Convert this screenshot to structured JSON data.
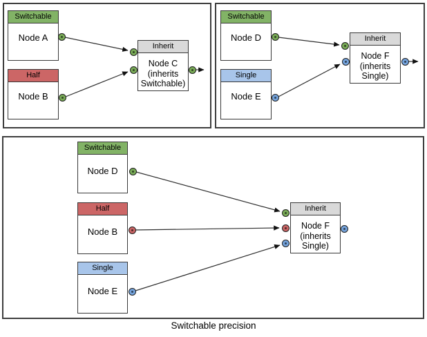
{
  "caption": "Switchable precision",
  "colors": {
    "switchable_green": "#82b366",
    "half_red": "#cc6666",
    "single_blue": "#a8c5ea",
    "inherit_gray": "#d9d9d9",
    "socket_green": "#79ab57",
    "socket_red": "#c96565",
    "socket_blue": "#74a3dc",
    "border_dark": "#3d3d3d"
  },
  "panels": [
    {
      "id": "top-left",
      "nodes": [
        {
          "key": "node-a",
          "type": "Switchable",
          "label": "Node A",
          "output_socket": "green"
        },
        {
          "key": "node-b",
          "type": "Half",
          "label": "Node B",
          "output_socket": "green"
        },
        {
          "key": "node-c",
          "type": "Inherit",
          "label": "Node C",
          "sublabel": "(inherits Switchable)",
          "input_sockets": [
            "green",
            "green"
          ],
          "output_socket": "green"
        }
      ],
      "edges": [
        {
          "from": "node-a",
          "to": "node-c"
        },
        {
          "from": "node-b",
          "to": "node-c"
        },
        {
          "from": "node-c",
          "to": "out"
        }
      ]
    },
    {
      "id": "top-right",
      "nodes": [
        {
          "key": "node-d",
          "type": "Switchable",
          "label": "Node D",
          "output_socket": "green"
        },
        {
          "key": "node-e",
          "type": "Single",
          "label": "Node E",
          "output_socket": "blue"
        },
        {
          "key": "node-f",
          "type": "Inherit",
          "label": "Node F",
          "sublabel": "(inherits Single)",
          "input_sockets": [
            "green",
            "blue"
          ],
          "output_socket": "blue"
        }
      ],
      "edges": [
        {
          "from": "node-d",
          "to": "node-f"
        },
        {
          "from": "node-e",
          "to": "node-f"
        },
        {
          "from": "node-f",
          "to": "out"
        }
      ]
    },
    {
      "id": "bottom",
      "nodes": [
        {
          "key": "node-d",
          "type": "Switchable",
          "label": "Node D",
          "output_socket": "green"
        },
        {
          "key": "node-b",
          "type": "Half",
          "label": "Node B",
          "output_socket": "red"
        },
        {
          "key": "node-e",
          "type": "Single",
          "label": "Node E",
          "output_socket": "blue"
        },
        {
          "key": "node-f",
          "type": "Inherit",
          "label": "Node F",
          "sublabel": "(inherits Single)",
          "input_sockets": [
            "green",
            "red",
            "blue"
          ],
          "output_socket": "blue"
        }
      ],
      "edges": [
        {
          "from": "node-d",
          "to": "node-f"
        },
        {
          "from": "node-b",
          "to": "node-f"
        },
        {
          "from": "node-e",
          "to": "node-f"
        }
      ]
    }
  ]
}
